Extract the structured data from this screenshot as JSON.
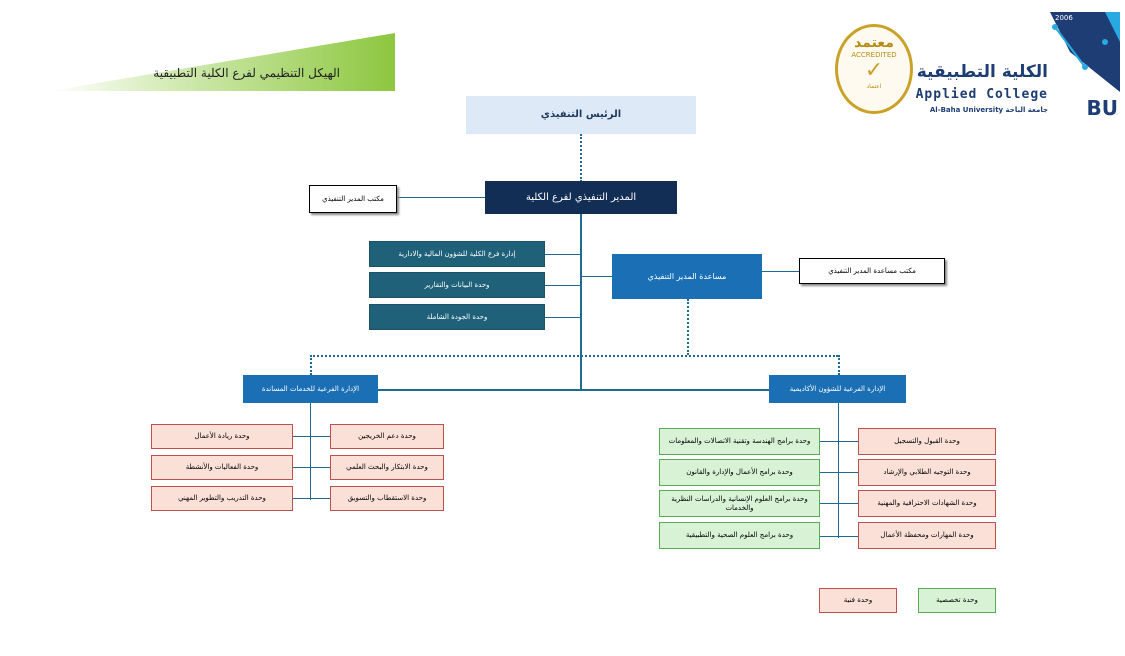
{
  "page_title": "الهيكل التنظيمي لفرع الكلية التطبيقية",
  "logo": {
    "arabic_name": "الكلية التطبيقية",
    "english_name": "Applied College",
    "university": "Al-Baha University جامعة الباحة",
    "year": "2006",
    "initials": "BU"
  },
  "seal": {
    "arabic": "معتمد",
    "english": "ACCREDITED",
    "small": "اعتماد"
  },
  "chart": {
    "top": "الرئيس التنفيذي",
    "executive_director": "المدير التنفيذي لفرع الكلية",
    "exec_office": "مكتب المدير التنفيذي",
    "assistant": "مساعدة المدير التنفيذي",
    "assistant_office": "مكتب مساعدة المدير التنفيذي",
    "staff_units": [
      "إدارة فرع الكلية للشؤون المالية والادارية",
      "وحدة البيانات والتقارير",
      "وحدة الجودة الشاملة"
    ],
    "support_services": {
      "title": "الإدارة الفرعية للخدمات المساندة",
      "inner": [
        "وحدة دعم الخريجين",
        "وحدة الابتكار والبحث العلمي",
        "وحدة الاستقطاب والتسويق"
      ],
      "outer": [
        "وحدة ريادة الأعمال",
        "وحدة الفعاليات والأنشطة",
        "وحدة التدريب والتطوير المهني"
      ]
    },
    "academic_affairs": {
      "title": "الإدارة الفرعية للشؤون الأكاديمية",
      "technical": [
        "وحدة القبول والتسجيل",
        "وحدة التوجيه الطلابي والإرشاد",
        "وحدة الشهادات الاحترافية والمهنية",
        "وحدة المهارات ومحفظة الأعمال"
      ],
      "specialized": [
        "وحدة برامج الهندسة وتقنية الاتصالات والمعلومات",
        "وحدة برامج الأعمال والإدارة والقانون",
        "وحدة برامج العلوم الإنسانية والدراسات النظرية والخدمات",
        "وحدة برامج العلوم الصحية والتطبيقية"
      ]
    }
  },
  "legend": {
    "specialized": "وحدة تخصصية",
    "technical": "وحدة فنية"
  },
  "colors": {
    "navy": "#132e55",
    "teal": "#1f6178",
    "blue": "#1b6fb5",
    "pink": "#fbe0d8",
    "green": "#d8f2d6",
    "banner": "#8dc73f"
  }
}
